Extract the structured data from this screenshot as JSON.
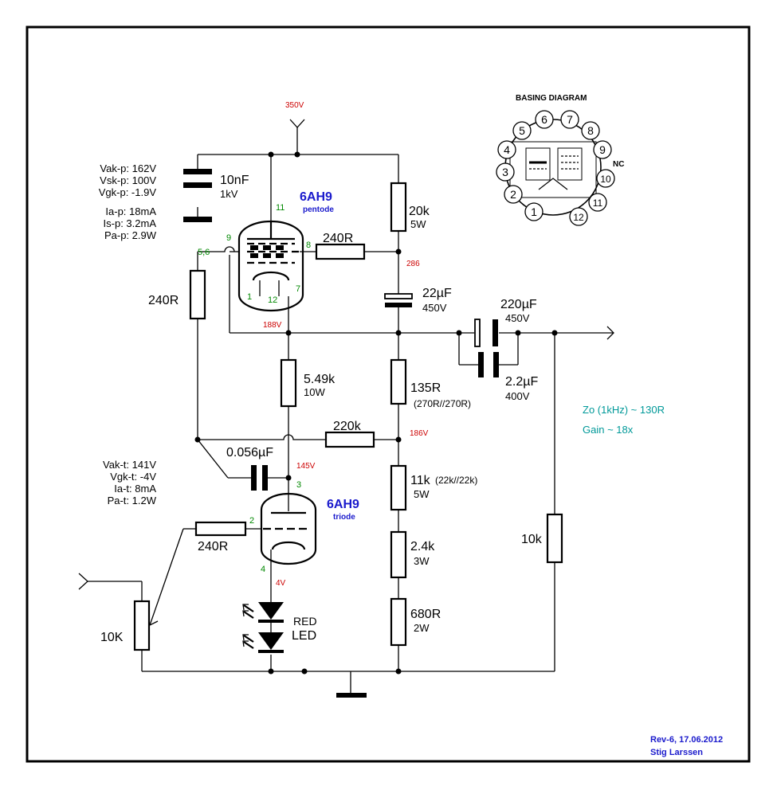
{
  "tube_pentode": {
    "name": "6AH9",
    "section": "pentode"
  },
  "tube_triode": {
    "name": "6AH9",
    "section": "triode"
  },
  "voltages": {
    "supply": "350V",
    "pentode_plate": "286",
    "pentode_cathode": "188V",
    "mid_node": "186V",
    "triode_plate": "145V",
    "triode_cathode": "4V"
  },
  "pins": {
    "p11": "11",
    "p9": "9",
    "p8": "8",
    "p56": "5,6",
    "p1": "1",
    "p12": "12",
    "p7": "7",
    "p3": "3",
    "p2": "2",
    "p4": "4"
  },
  "components": {
    "c10n": "10nF",
    "c10n_v": "1kV",
    "r20k": "20k",
    "r20k_w": "5W",
    "r240_g2": "240R",
    "r240_left": "240R",
    "c22u": "22µF",
    "c22u_v": "450V",
    "c220u": "220µF",
    "c220u_v": "450V",
    "c2u2": "2.2µF",
    "c2u2_v": "400V",
    "r549k": "5.49k",
    "r549k_w": "10W",
    "r135": "135R",
    "r135_note": "(270R//270R)",
    "r220k": "220k",
    "c056": "0.056µF",
    "r11k": "11k",
    "r11k_note": "(22k//22k)",
    "r11k_w": "5W",
    "r24k": "2.4k",
    "r24k_w": "3W",
    "r680": "680R",
    "r680_w": "2W",
    "r10k_out": "10k",
    "r240_grid": "240R",
    "pot": "10K",
    "led_1": "RED",
    "led_2": "LED"
  },
  "op_pentode": [
    "Vak-p: 162V",
    "Vsk-p: 100V",
    "Vgk-p: -1.9V",
    "Ia-p: 18mA",
    "Is-p: 3.2mA",
    "Pa-p: 2.9W"
  ],
  "op_triode": [
    "Vak-t: 141V",
    "Vgk-t: -4V",
    "Ia-t: 8mA",
    "Pa-t: 1.2W"
  ],
  "specs": {
    "zo": "Zo (1kHz) ~ 130R",
    "gain": "Gain ~ 18x"
  },
  "basing": {
    "title": "BASING DIAGRAM",
    "pins": [
      "1",
      "2",
      "3",
      "4",
      "5",
      "6",
      "7",
      "8",
      "9",
      "10",
      "11",
      "12"
    ],
    "nc": "NC"
  },
  "revision": {
    "rev": "Rev-6, 17.06.2012",
    "author": "Stig Larssen"
  },
  "colors": {
    "voltage": "#cc0000",
    "pin": "#008800",
    "tube": "#1a1acc",
    "spec": "#009999"
  }
}
